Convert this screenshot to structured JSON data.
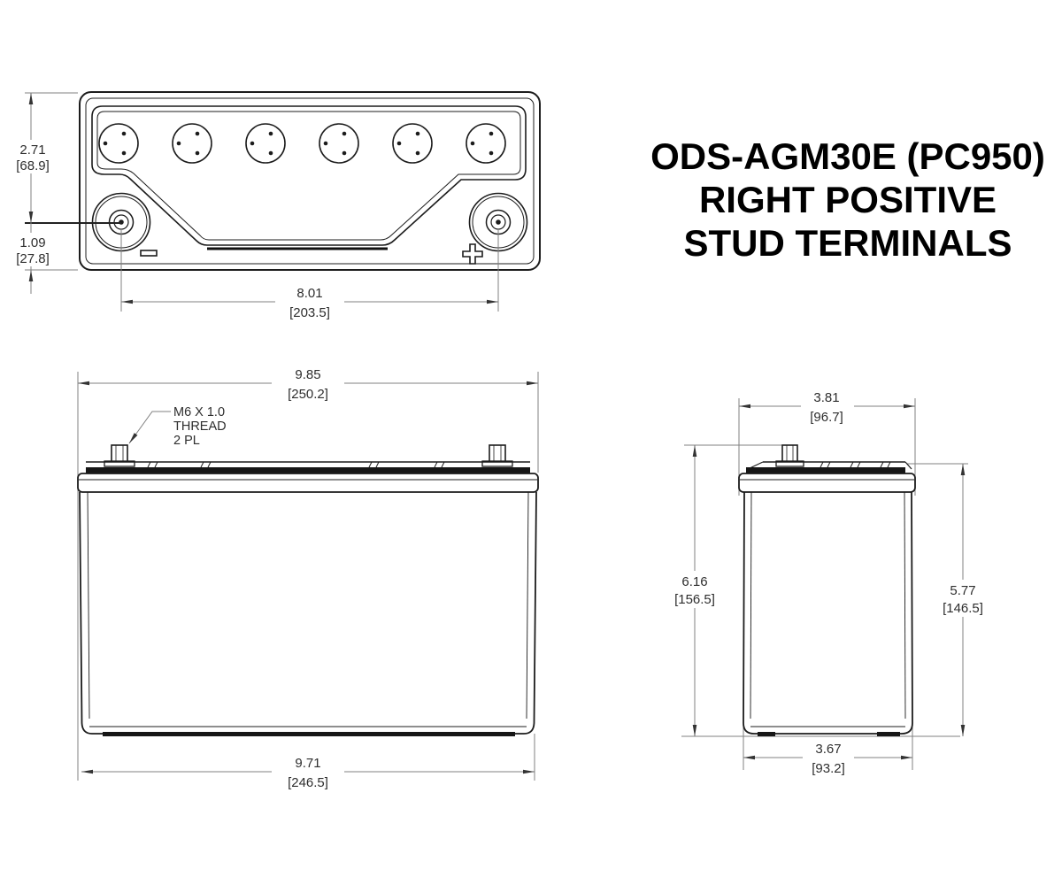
{
  "title": {
    "lines": [
      "ODS-AGM30E (PC950)",
      "RIGHT POSITIVE",
      "STUD TERMINALS"
    ]
  },
  "top_view": {
    "dim_height_upper": {
      "in": "2.71",
      "mm": "[68.9]"
    },
    "dim_height_lower": {
      "in": "1.09",
      "mm": "[27.8]"
    },
    "dim_terminal_spacing": {
      "in": "8.01",
      "mm": "[203.5]"
    },
    "negative_symbol": "−",
    "positive_symbol": "+"
  },
  "front_view": {
    "dim_width_overall": {
      "in": "9.85",
      "mm": "[250.2]"
    },
    "dim_width_base": {
      "in": "9.71",
      "mm": "[246.5]"
    },
    "thread_note": {
      "lines": [
        "M6 X 1.0",
        "THREAD",
        "2 PL"
      ]
    }
  },
  "side_view": {
    "dim_width_overall": {
      "in": "3.81",
      "mm": "[96.7]"
    },
    "dim_height_overall": {
      "in": "6.16",
      "mm": "[156.5]"
    },
    "dim_height_case": {
      "in": "5.77",
      "mm": "[146.5]"
    },
    "dim_width_base": {
      "in": "3.67",
      "mm": "[93.2]"
    }
  },
  "colors": {
    "line": "#1c1c1c",
    "dim_line": "#808080",
    "text": "#2e2e2e",
    "background": "#ffffff"
  }
}
